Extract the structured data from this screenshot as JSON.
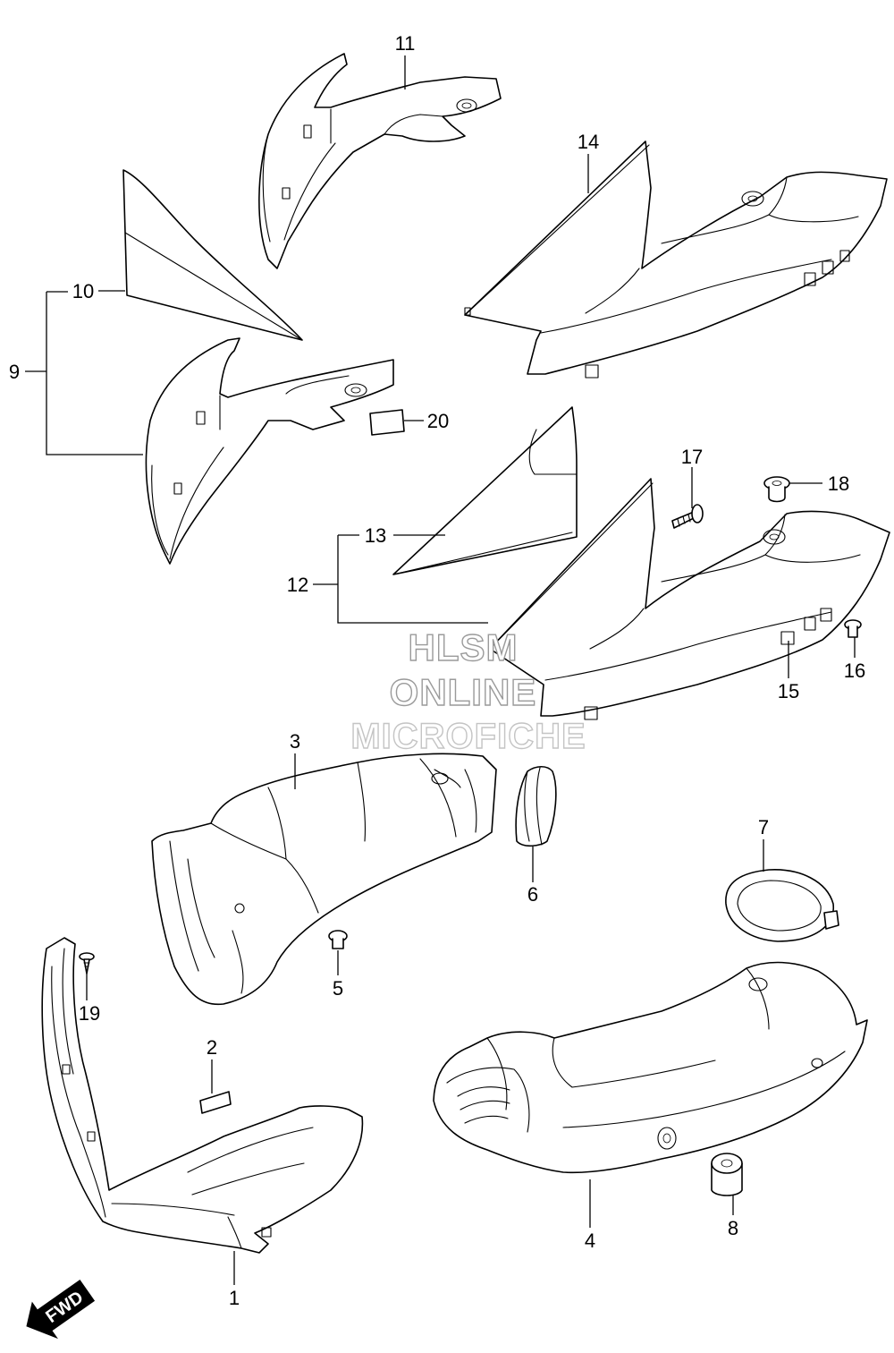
{
  "callouts": {
    "c1": "1",
    "c2": "2",
    "c3": "3",
    "c4": "4",
    "c5": "5",
    "c6": "6",
    "c7": "7",
    "c8": "8",
    "c9": "9",
    "c10": "10",
    "c11": "11",
    "c12": "12",
    "c13": "13",
    "c14": "14",
    "c15": "15",
    "c16": "16",
    "c17": "17",
    "c18": "18",
    "c19": "19",
    "c20": "20"
  },
  "watermark": {
    "line1": "HLSM",
    "line2": "ONLINE",
    "line3": "MICROFICHE"
  },
  "direction_badge": {
    "label": "FWD",
    "color": "#000000"
  }
}
